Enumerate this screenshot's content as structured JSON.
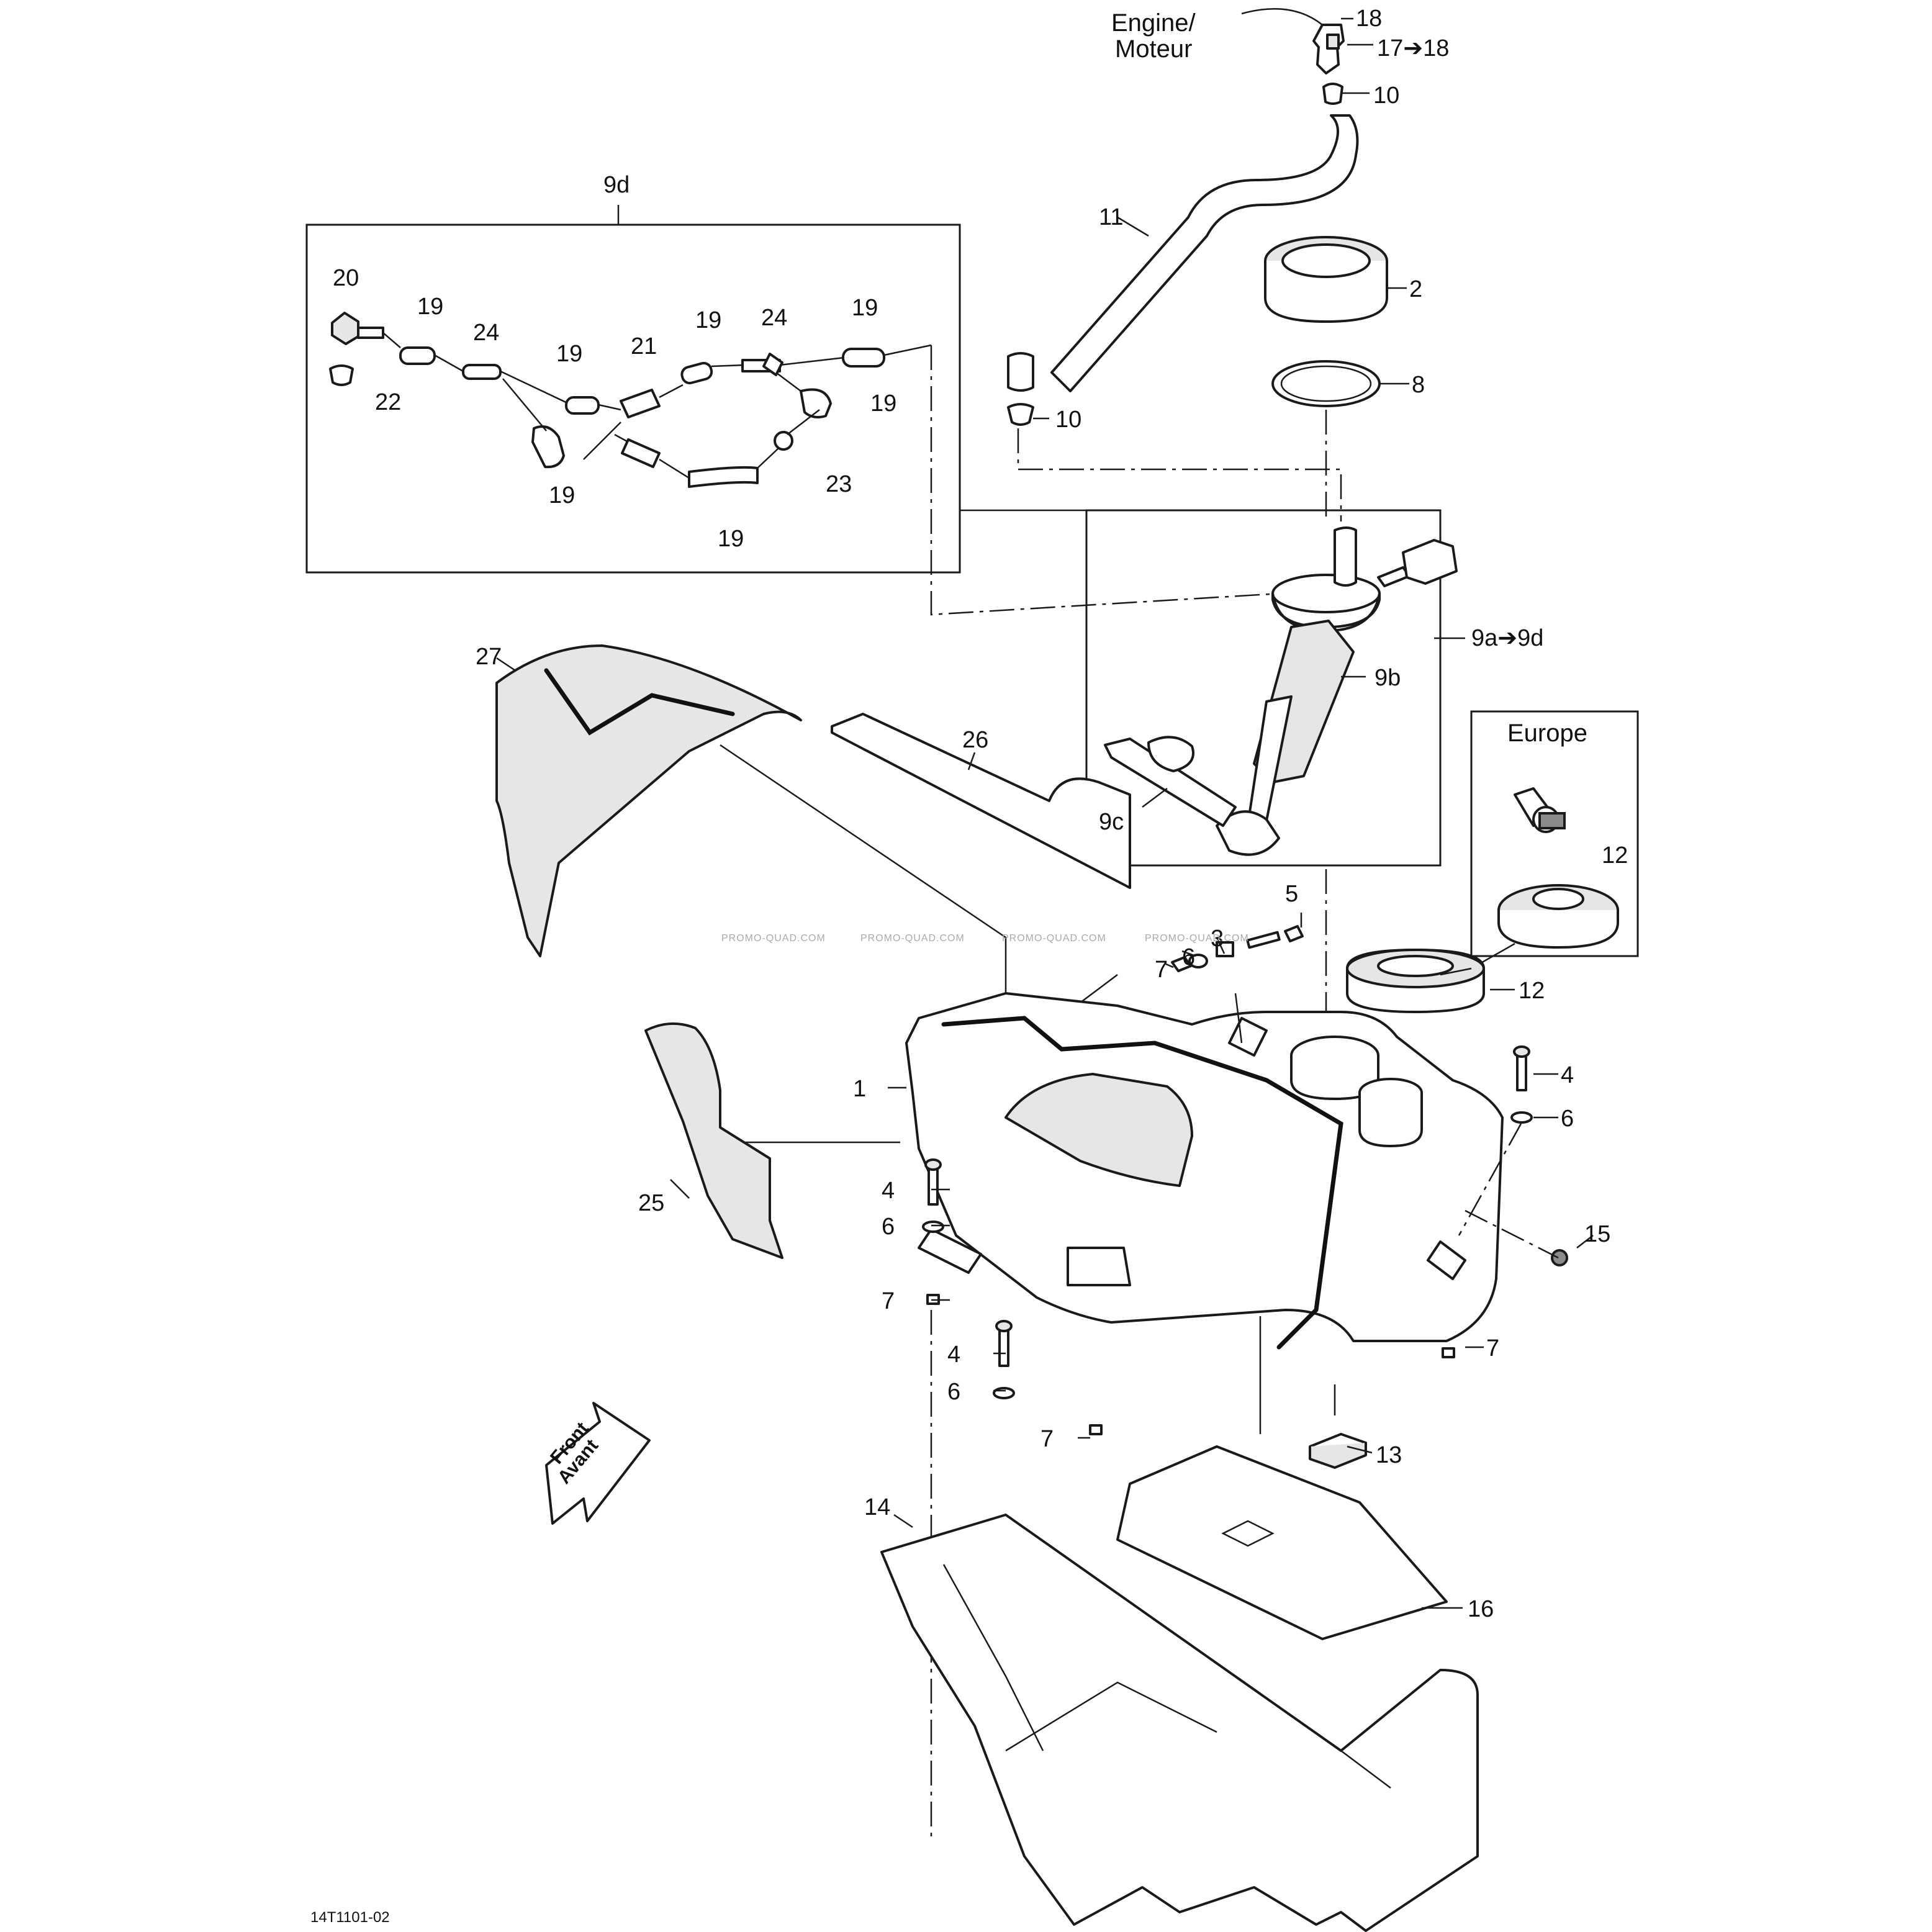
{
  "diagram": {
    "labels": {
      "engine": "Engine/",
      "moteur": "Moteur",
      "europe": "Europe",
      "front": "Front",
      "avant": "Avant",
      "drawing_code": "14T1101-02"
    },
    "callouts": {
      "c1": "1",
      "c2": "2",
      "c3": "3",
      "c4a": "4",
      "c4b": "4",
      "c4c": "4",
      "c5": "5",
      "c6a": "6",
      "c6b": "6",
      "c6c": "6",
      "c6d": "6",
      "c7a": "7",
      "c7b": "7",
      "c7c": "7",
      "c7d": "7",
      "c8": "8",
      "c9a9d": "9a➔9d",
      "c9b": "9b",
      "c9c": "9c",
      "c9d": "9d",
      "c10a": "10",
      "c10b": "10",
      "c11": "11",
      "c12a": "12",
      "c12b": "12",
      "c13": "13",
      "c14": "14",
      "c15": "15",
      "c16": "16",
      "c17_18": "17➔18",
      "c18": "18",
      "c19a": "19",
      "c19b": "19",
      "c19c": "19",
      "c19d": "19",
      "c19e": "19",
      "c19f": "19",
      "c19g": "19",
      "c20": "20",
      "c21": "21",
      "c22": "22",
      "c23": "23",
      "c24a": "24",
      "c24b": "24",
      "c25": "25",
      "c26": "26",
      "c27": "27"
    },
    "watermarks": [
      "PROMO-QUAD.COM",
      "PROMO-QUAD.COM",
      "PROMO-QUAD.COM",
      "PROMO-QUAD.COM"
    ]
  }
}
